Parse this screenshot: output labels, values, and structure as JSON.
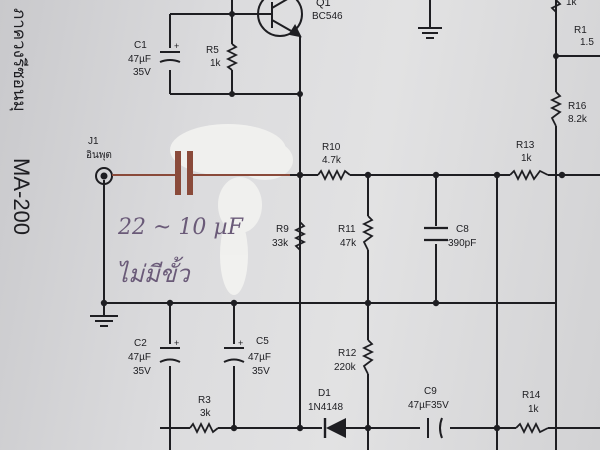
{
  "side_title": {
    "thai": "ภาควงรีซอนมุ",
    "model": "MA-200"
  },
  "components": {
    "q1": {
      "ref": "Q1",
      "value": "BC546"
    },
    "c1": {
      "ref": "C1",
      "value1": "47µF",
      "value2": "35V"
    },
    "r5": {
      "ref": "R5",
      "value": "1k"
    },
    "j1": {
      "ref": "J1",
      "label": "อินพุต"
    },
    "r10": {
      "ref": "R10",
      "value": "4.7k"
    },
    "r13": {
      "ref": "R13",
      "value": "1k"
    },
    "r16": {
      "ref": "R16",
      "value": "8.2k"
    },
    "r9": {
      "ref": "R9",
      "value": "33k"
    },
    "r11": {
      "ref": "R11",
      "value": "47k"
    },
    "c8": {
      "ref": "C8",
      "value": "390pF"
    },
    "c2": {
      "ref": "C2",
      "value1": "47µF",
      "value2": "35V"
    },
    "c5": {
      "ref": "C5",
      "value1": "47µF",
      "value2": "35V"
    },
    "r12": {
      "ref": "R12",
      "value": "220k"
    },
    "r3": {
      "ref": "R3",
      "value": "3k"
    },
    "d1": {
      "ref": "D1",
      "value": "1N4148"
    },
    "c9": {
      "ref": "C9",
      "value": "47µF35V"
    },
    "r14": {
      "ref": "R14",
      "value": "1k"
    },
    "r1x": {
      "ref": "R1",
      "value": "1.5"
    },
    "top_right_value": "1k"
  },
  "handwriting": {
    "cap_value": "22 ~ 10 µF",
    "note": "ไม่มีขั้ว"
  },
  "colors": {
    "paper": "#dcdcde",
    "ink": "#1e1e22",
    "copper": "#8a4a3a",
    "pen": "#6a5a78"
  }
}
